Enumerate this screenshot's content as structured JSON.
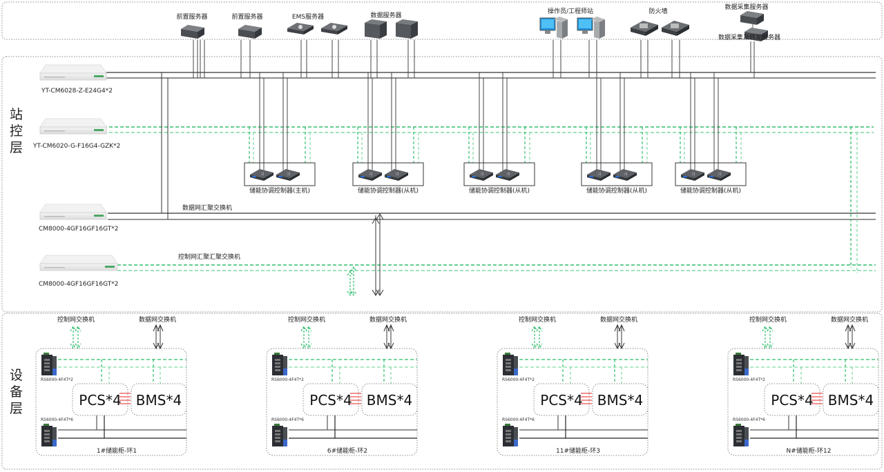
{
  "colors": {
    "data_line": "#333333",
    "data_line_light": "#777777",
    "control_line": "#2ebd6b",
    "control_line_light": "#7fd9a3",
    "link_red": "#ee6b6b",
    "region_border": "#888888"
  },
  "top_servers": [
    {
      "label": "前置服务器",
      "icon": "server-icon"
    },
    {
      "label": "前置服务器",
      "icon": "server-icon"
    },
    {
      "label": "EMS服务器",
      "icon": "ems-server-icon"
    },
    {
      "label": "数据服务器",
      "icon": "data-server-icon"
    },
    {
      "label": "操作员/工程师站",
      "icon": "workstation-icon"
    },
    {
      "label": "防火墙",
      "icon": "firewall-icon"
    },
    {
      "label": "数据采集服务器",
      "icon": "server-icon"
    },
    {
      "label": "数据采集及转发服务器",
      "icon": "server-icon"
    }
  ],
  "station_layer": {
    "title_chars": [
      "站",
      "控",
      "层"
    ],
    "switches": [
      {
        "label": "YT-CM6028-Z-E24G4*2",
        "network": "data"
      },
      {
        "label": "YT-CM6020-G-F16G4-GZK*2",
        "network": "control"
      },
      {
        "label": "CM8000-4GF16GF16GT*2",
        "network": "data"
      },
      {
        "label": "CM8000-4GF16GF16GT*2",
        "network": "control"
      }
    ],
    "bus_labels": {
      "data_aggregation": "数据网汇聚交换机",
      "control_aggregation": "控制网汇聚汇聚交换机"
    },
    "controllers": [
      {
        "label": "储能协调控制器(主机)"
      },
      {
        "label": "储能协调控制器(从机)"
      },
      {
        "label": "储能协调控制器(从机)"
      },
      {
        "label": "储能协调控制器(从机)"
      },
      {
        "label": "储能协调控制器(从机)"
      }
    ]
  },
  "device_layer": {
    "title_chars": [
      "设",
      "备",
      "层"
    ],
    "uplink_labels": {
      "control": "控制网交换机",
      "data": "数据网交换机"
    },
    "cabinets": [
      {
        "label": "1#储能柜-环1",
        "switch_top": "RS6000-4F4T*2",
        "switch_bottom": "RS6000-4F4T*6",
        "pcs": "PCS*4",
        "bms": "BMS*4"
      },
      {
        "label": "6#储能柜-环2",
        "switch_top": "RS6000-4F4T*2",
        "switch_bottom": "RS6000-4F4T*6",
        "pcs": "PCS*4",
        "bms": "BMS*4"
      },
      {
        "label": "11#储能柜-环3",
        "switch_top": "RS6000-4F4T*2",
        "switch_bottom": "RS6000-4F4T*6",
        "pcs": "PCS*4",
        "bms": "BMS*4"
      },
      {
        "label": "N#储能柜-环12",
        "switch_top": "RS6000-4F4T*2",
        "switch_bottom": "RS6000-4F4T*6",
        "pcs": "PCS*4",
        "bms": "BMS*4"
      }
    ]
  }
}
